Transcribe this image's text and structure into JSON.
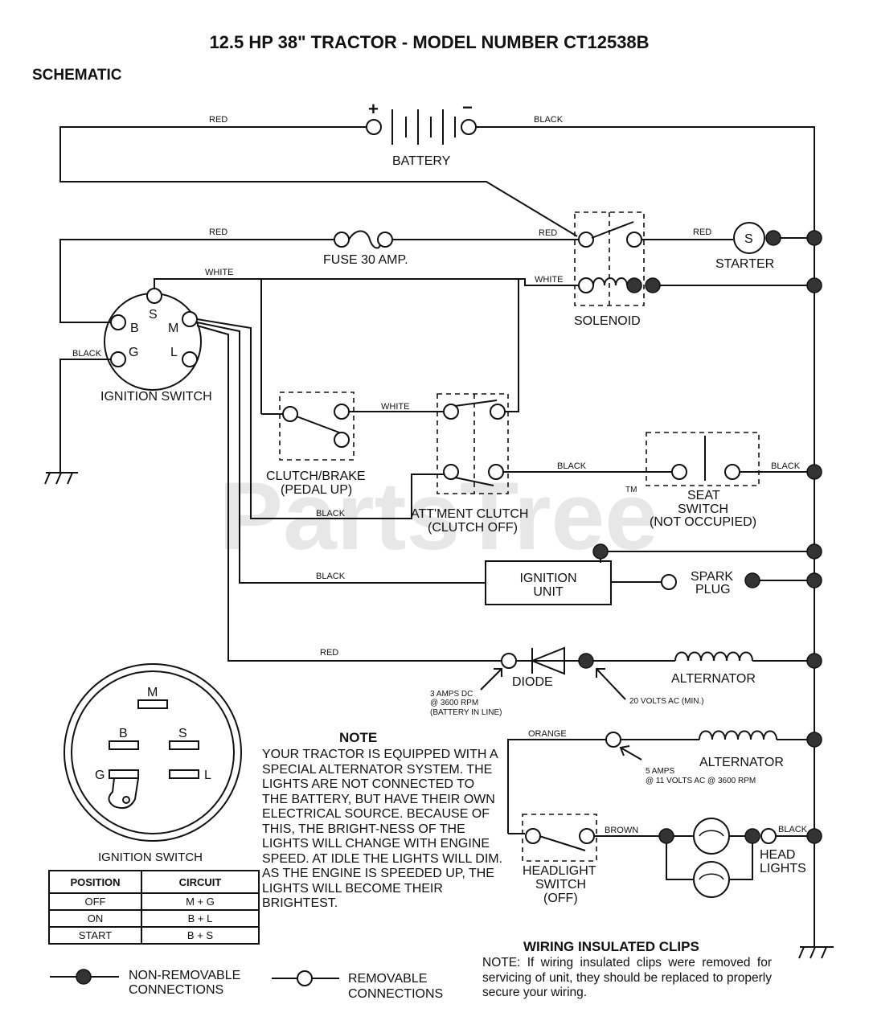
{
  "title": "12.5 HP 38\"  TRACTOR - MODEL NUMBER CT12538B",
  "subtitle": "SCHEMATIC",
  "watermark": "PartsTree",
  "trademark": "TM",
  "battery": {
    "label": "BATTERY",
    "plus": "+",
    "minus": "−"
  },
  "fuse_label": "FUSE 30 AMP.",
  "starter": {
    "label": "STARTER",
    "symbol": "S"
  },
  "solenoid_label": "SOLENOID",
  "ignition_switch": {
    "label": "IGNITION SWITCH",
    "terminals": {
      "s": "S",
      "b": "B",
      "m": "M",
      "g": "G",
      "l": "L"
    }
  },
  "clutch_brake": {
    "line1": "CLUTCH/BRAKE",
    "line2": "(PEDAL UP)"
  },
  "attment_clutch": {
    "line1": "ATT'MENT CLUTCH",
    "line2": "(CLUTCH OFF)"
  },
  "seat_switch": {
    "line1": "SEAT",
    "line2": "SWITCH",
    "line3": "(NOT OCCUPIED)"
  },
  "ignition_unit": {
    "line1": "IGNITION",
    "line2": "UNIT"
  },
  "spark_plug": {
    "line1": "SPARK",
    "line2": "PLUG"
  },
  "diode": {
    "label": "DIODE",
    "current_line1": "3 AMPS DC",
    "current_line2": "@ 3600 RPM",
    "current_line3": "(BATTERY IN LINE)",
    "voltage": "20 VOLTS AC (MIN.)"
  },
  "alternator_label": "ALTERNATOR",
  "alternator2": {
    "label": "ALTERNATOR",
    "line1": "5 AMPS",
    "line2": "@ 11 VOLTS AC @ 3600 RPM"
  },
  "headlight_switch": {
    "line1": "HEADLIGHT",
    "line2": "SWITCH",
    "line3": "(OFF)"
  },
  "head_lights": {
    "line1": "HEAD",
    "line2": "LIGHTS"
  },
  "wires": {
    "red": "RED",
    "black": "BLACK",
    "white": "WHITE",
    "orange": "ORANGE",
    "brown": "BROWN"
  },
  "terminal_diagram": {
    "label": "IGNITION SWITCH",
    "m": "M",
    "b": "B",
    "s": "S",
    "g": "G",
    "l": "L"
  },
  "position_table": {
    "headers": [
      "POSITION",
      "CIRCUIT"
    ],
    "rows": [
      [
        "OFF",
        "M + G"
      ],
      [
        "ON",
        "B + L"
      ],
      [
        "START",
        "B + S"
      ]
    ]
  },
  "note": {
    "title": "NOTE",
    "text": "YOUR TRACTOR IS EQUIPPED WITH A SPECIAL ALTERNATOR SYSTEM.  THE LIGHTS ARE NOT CONNECTED TO  THE BATTERY, BUT HAVE THEIR OWN ELECTRICAL SOURCE. BECAUSE OF THIS, THE BRIGHT-NESS OF THE LIGHTS WILL CHANGE WITH ENGINE SPEED. AT IDLE THE LIGHTS WILL DIM. AS THE ENGINE IS SPEEDED UP, THE LIGHTS WILL BECOME THEIR BRIGHTEST."
  },
  "legend": {
    "nonremovable_line1": "NON-REMOVABLE",
    "nonremovable_line2": "CONNECTIONS",
    "removable_line1": "REMOVABLE",
    "removable_line2": "CONNECTIONS"
  },
  "clips": {
    "title": "WIRING INSULATED CLIPS",
    "note": "NOTE: If wiring insulated clips were removed for servicing of unit, they should be replaced to properly secure your wiring."
  }
}
